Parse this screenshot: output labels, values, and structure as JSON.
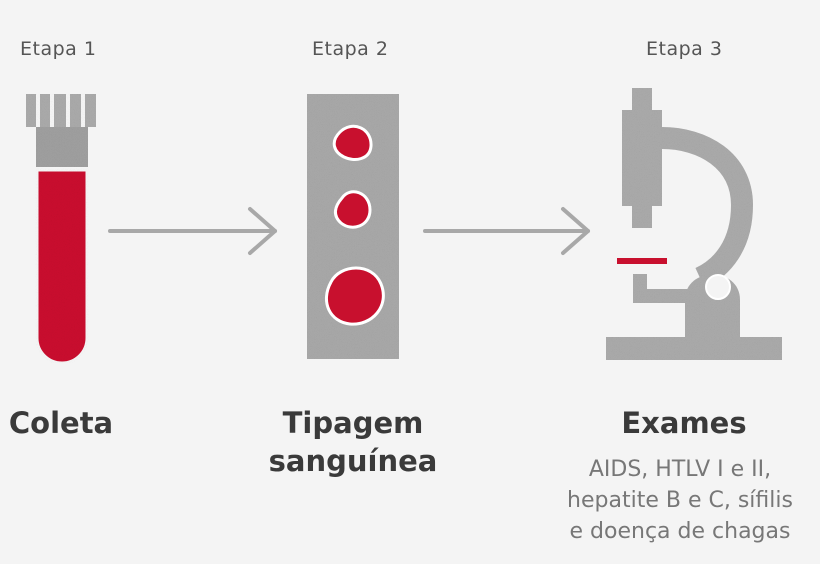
{
  "steps": [
    {
      "stage": "Etapa 1",
      "title_lines": [
        "Coleta"
      ],
      "description_lines": [],
      "icon": "test-tube-icon"
    },
    {
      "stage": "Etapa 2",
      "title_lines": [
        "Tipagem",
        "sanguínea"
      ],
      "description_lines": [],
      "icon": "blood-slide-icon"
    },
    {
      "stage": "Etapa 3",
      "title_lines": [
        "Exames"
      ],
      "description_lines": [
        "AIDS, HTLV I e II,",
        "hepatite B e C, sífilis",
        "e doença de chagas"
      ],
      "icon": "microscope-icon"
    }
  ],
  "colors": {
    "blood_red": "#c8102e",
    "gray": "#a9a9a9",
    "dark_gray": "#8f8f8f",
    "arrow": "#a8a8a8",
    "text_dark": "#3a3a3a",
    "text_muted": "#777777",
    "background": "#f4f4f4"
  }
}
